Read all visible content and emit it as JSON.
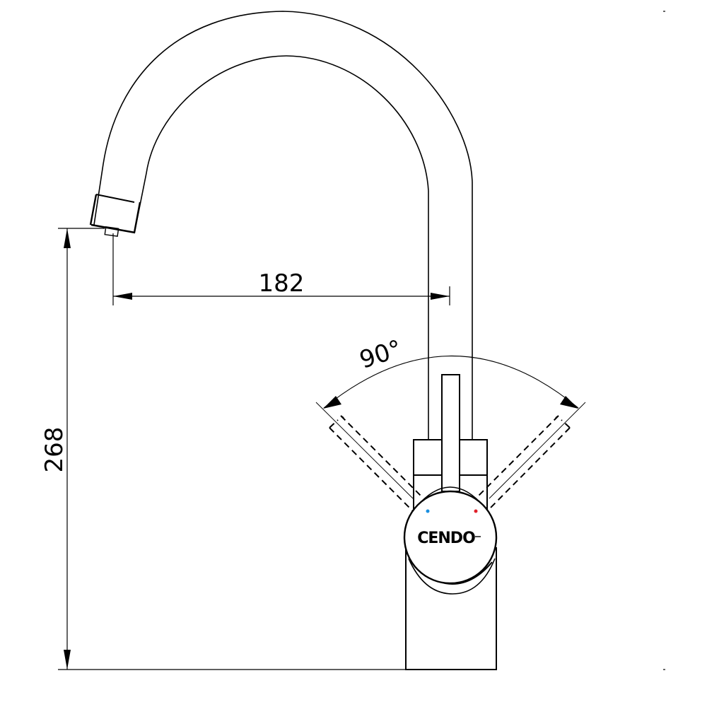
{
  "drawing": {
    "subject": "Kitchen faucet side elevation",
    "brand_logo": "CENDO",
    "colors": {
      "line": "#000000",
      "background": "#ffffff",
      "cold_indicator": "#1a8fe0",
      "hot_indicator": "#e0202a"
    }
  },
  "dimensions": {
    "spout_reach": {
      "value": "182",
      "orientation": "horizontal"
    },
    "spout_height": {
      "value": "268",
      "orientation": "vertical"
    },
    "handle_rotation": {
      "value": "90°",
      "orientation": "angular"
    }
  },
  "indicators": {
    "cold": "cold-dot",
    "hot": "hot-dot"
  }
}
